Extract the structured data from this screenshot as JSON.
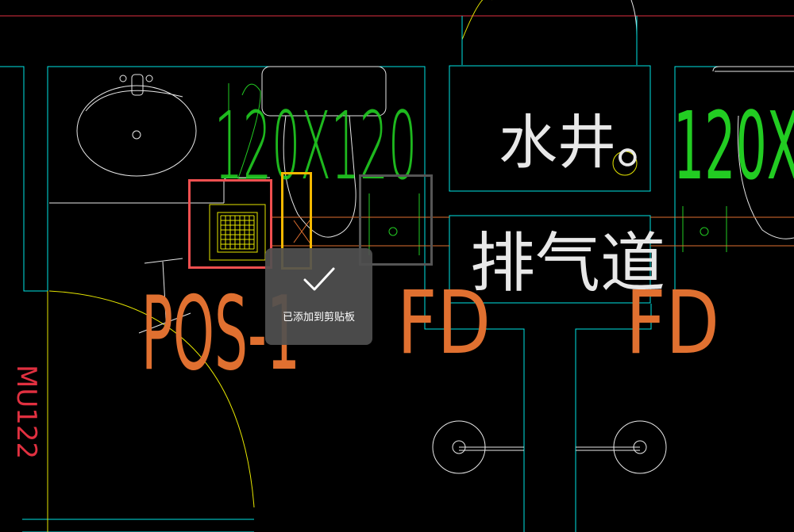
{
  "drawing": {
    "labels": {
      "size_left": "120X120",
      "size_right": "120X",
      "water_well": "水井。",
      "exhaust_duct": "排气道",
      "pos_tag": "POS-1",
      "fd_tag_1": "FD",
      "fd_tag_2": "FD",
      "vertical_tag": "MU122"
    },
    "colors": {
      "background": "#000000",
      "wall_cyan": "#00e5e5",
      "text_green": "#22cc22",
      "fd_orange": "#e07030",
      "door_yellow": "#e6e600",
      "outline_white": "#e8e8e8",
      "ref_red": "#e03040"
    }
  },
  "selection": {
    "red_box_color": "#f05050",
    "yellow_box_color": "#f5b800",
    "gray_box_color": "#555555"
  },
  "toast": {
    "icon": "checkmark-icon",
    "message": "已添加到剪贴板"
  }
}
